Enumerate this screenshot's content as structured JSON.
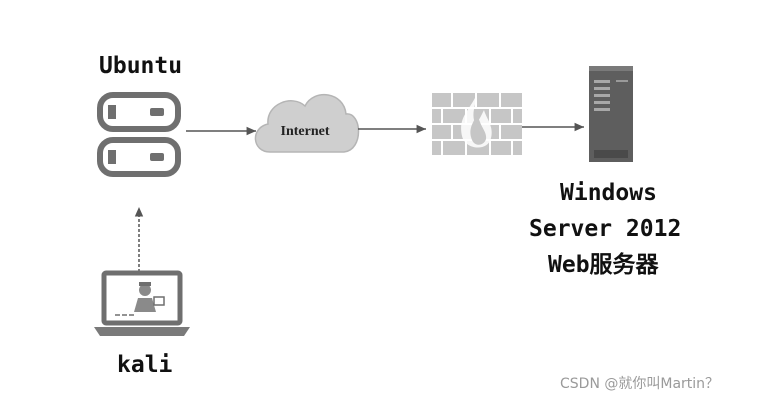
{
  "labels": {
    "ubuntu": "Ubuntu",
    "internet": "Internet",
    "server_line1": "Windows",
    "server_line2": "Server 2012",
    "server_line3": "Web服务器",
    "kali": "kali"
  },
  "watermark": "CSDN @就你叫Martin？",
  "icons": {
    "ubuntu": "server-rack-icon",
    "internet": "cloud-icon",
    "firewall": "firewall-icon",
    "server": "tower-server-icon",
    "kali": "laptop-icon"
  },
  "colors": {
    "icon_gray": "#6f6f6f",
    "light_gray": "#c8c8c8",
    "arrow": "#555555",
    "text": "#111111"
  }
}
